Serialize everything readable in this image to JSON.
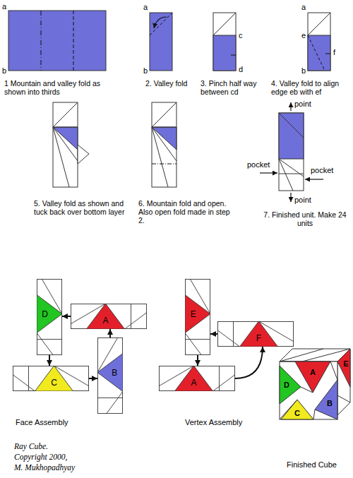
{
  "diagram": {
    "nodes": [
      {
        "text": [
          "A"
        ]
      },
      {
        "text": [
          "D"
        ]
      },
      {
        "text": [
          "C"
        ]
      },
      {
        "text": [
          "B"
        ]
      },
      {
        "text": [
          "E"
        ]
      },
      {
        "text": [
          "F"
        ]
      },
      {
        "text": [
          "A"
        ]
      }
    ],
    "edges": [
      {
        "from": 0,
        "to": 1,
        "arrow": "to"
      },
      {
        "from": 1,
        "to": 2,
        "arrow": "to"
      },
      {
        "from": 2,
        "to": 3,
        "arrow": "to"
      },
      {
        "from": 3,
        "to": 0,
        "arrow": "to"
      },
      {
        "from": 5,
        "to": 4,
        "arrow": "to"
      },
      {
        "from": 4,
        "to": 6,
        "arrow": "to"
      },
      {
        "from": 6,
        "to": 5,
        "arrow": "to"
      }
    ],
    "labels": [
      "a",
      "b",
      "1 Mountain and valley fold as shown into thirds",
      "a",
      "b",
      "2. Valley fold",
      "c",
      "d",
      "3. Pinch half way between cd",
      "a",
      "e",
      "f",
      "b",
      "4. Valley fold to align edge eb with ef",
      "5. Valley fold as shown and tuck back over bottom layer",
      "6. Mountain fold and open. Also open fold made in step 2.",
      "point",
      "pocket",
      "pocket",
      "point",
      "7. Finished unit. Make 24 units",
      "Face Assembly",
      "Vertex Assembly",
      "D",
      "A",
      "E",
      "C",
      "B",
      "Finished Cube",
      "Ray Cube.",
      "Copyright 2000,",
      "M. Mukhopadhyay"
    ]
  }
}
